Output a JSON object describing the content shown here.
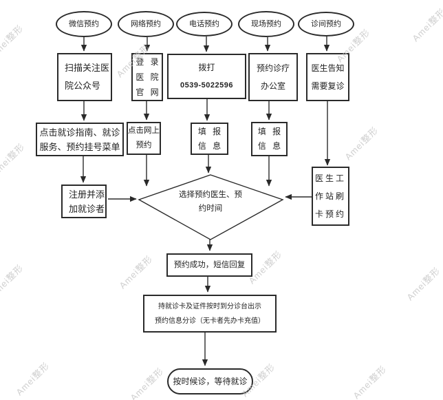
{
  "watermark": {
    "text": "Amei整形"
  },
  "flow": {
    "sources": [
      {
        "label": "微信预约"
      },
      {
        "label": "网络预约"
      },
      {
        "label": "电话预约"
      },
      {
        "label": "现场预约"
      },
      {
        "label": "诊间预约"
      }
    ],
    "steps": {
      "scan": {
        "line1": "扫描关注医",
        "line2": "院公众号"
      },
      "login": {
        "line1": "登 录",
        "line2": "医 院",
        "line3": "官 网"
      },
      "call": {
        "line1": "拨打",
        "line2": "0539-5022596"
      },
      "office": {
        "line1": "预约诊疗",
        "line2": "办公室"
      },
      "inform": {
        "line1": "医生告知",
        "line2": "需要复诊"
      },
      "menu": {
        "line1": "点击就诊指南、就诊",
        "line2": "服务、预约挂号菜单"
      },
      "online": {
        "line1": "点击网上",
        "line2": "预约"
      },
      "fill1": {
        "line1": "填 报",
        "line2": "信 息"
      },
      "fill2": {
        "line1": "填 报",
        "line2": "信 息"
      },
      "register": {
        "line1": "注册并添",
        "line2": "加就诊者"
      },
      "workstation": {
        "line1": "医生工",
        "line2": "作站刷",
        "line3": "卡预约"
      }
    },
    "decision": {
      "line1": "选择预约医生、预",
      "line2": "约时间"
    },
    "success": {
      "label": "预约成功，短信回复"
    },
    "triage": {
      "line1": "持就诊卡及证件按时到分诊台出示",
      "line2": "预约信息分诊（无卡者先办卡充值）"
    },
    "end": {
      "label": "按时候诊，等待就诊"
    }
  },
  "colors": {
    "line": "#2a2a2a",
    "text": "#222222",
    "watermark": "#c7c7c7"
  }
}
